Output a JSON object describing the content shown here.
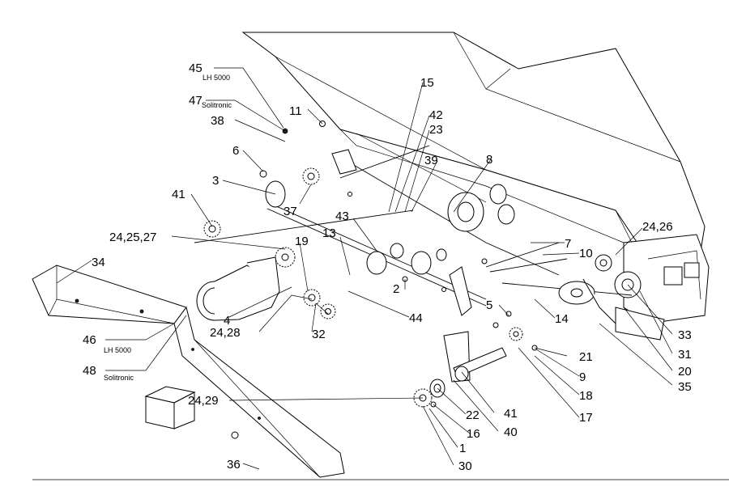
{
  "callouts": [
    {
      "id": "45",
      "sub": "LH 5000"
    },
    {
      "id": "47",
      "sub": "Solitronic"
    },
    {
      "id": "38"
    },
    {
      "id": "11"
    },
    {
      "id": "6"
    },
    {
      "id": "3"
    },
    {
      "id": "41a",
      "text": "41"
    },
    {
      "id": "37"
    },
    {
      "id": "24,25,27"
    },
    {
      "id": "19"
    },
    {
      "id": "13"
    },
    {
      "id": "43"
    },
    {
      "id": "15"
    },
    {
      "id": "42"
    },
    {
      "id": "23"
    },
    {
      "id": "39"
    },
    {
      "id": "8"
    },
    {
      "id": "24,26"
    },
    {
      "id": "7"
    },
    {
      "id": "10"
    },
    {
      "id": "34"
    },
    {
      "id": "2"
    },
    {
      "id": "4"
    },
    {
      "id": "24,28"
    },
    {
      "id": "32"
    },
    {
      "id": "44"
    },
    {
      "id": "5"
    },
    {
      "id": "14"
    },
    {
      "id": "33"
    },
    {
      "id": "31"
    },
    {
      "id": "20"
    },
    {
      "id": "35"
    },
    {
      "id": "46",
      "sub": "LH 5000"
    },
    {
      "id": "48",
      "sub": "Solitronic"
    },
    {
      "id": "21"
    },
    {
      "id": "9"
    },
    {
      "id": "18"
    },
    {
      "id": "17"
    },
    {
      "id": "24,29"
    },
    {
      "id": "22"
    },
    {
      "id": "41b",
      "text": "41"
    },
    {
      "id": "40"
    },
    {
      "id": "16"
    },
    {
      "id": "1"
    },
    {
      "id": "30"
    },
    {
      "id": "36"
    }
  ],
  "labels": {
    "45": "45",
    "45s": "LH 5000",
    "47": "47",
    "47s": "Solitronic",
    "38": "38",
    "11": "11",
    "6": "6",
    "3": "3",
    "41a": "41",
    "37": "37",
    "242527": "24,25,27",
    "19": "19",
    "13": "13",
    "43": "43",
    "15": "15",
    "42": "42",
    "23": "23",
    "39": "39",
    "8": "8",
    "2426": "24,26",
    "7": "7",
    "10": "10",
    "34": "34",
    "2": "2",
    "4": "4",
    "2428": "24,28",
    "32": "32",
    "44": "44",
    "5": "5",
    "14": "14",
    "33": "33",
    "31": "31",
    "20": "20",
    "35": "35",
    "46": "46",
    "46s": "LH 5000",
    "48": "48",
    "48s": "Solitronic",
    "21": "21",
    "9": "9",
    "18": "18",
    "17": "17",
    "2429": "24,29",
    "22": "22",
    "41b": "41",
    "40": "40",
    "16": "16",
    "1": "1",
    "30": "30",
    "36": "36"
  }
}
